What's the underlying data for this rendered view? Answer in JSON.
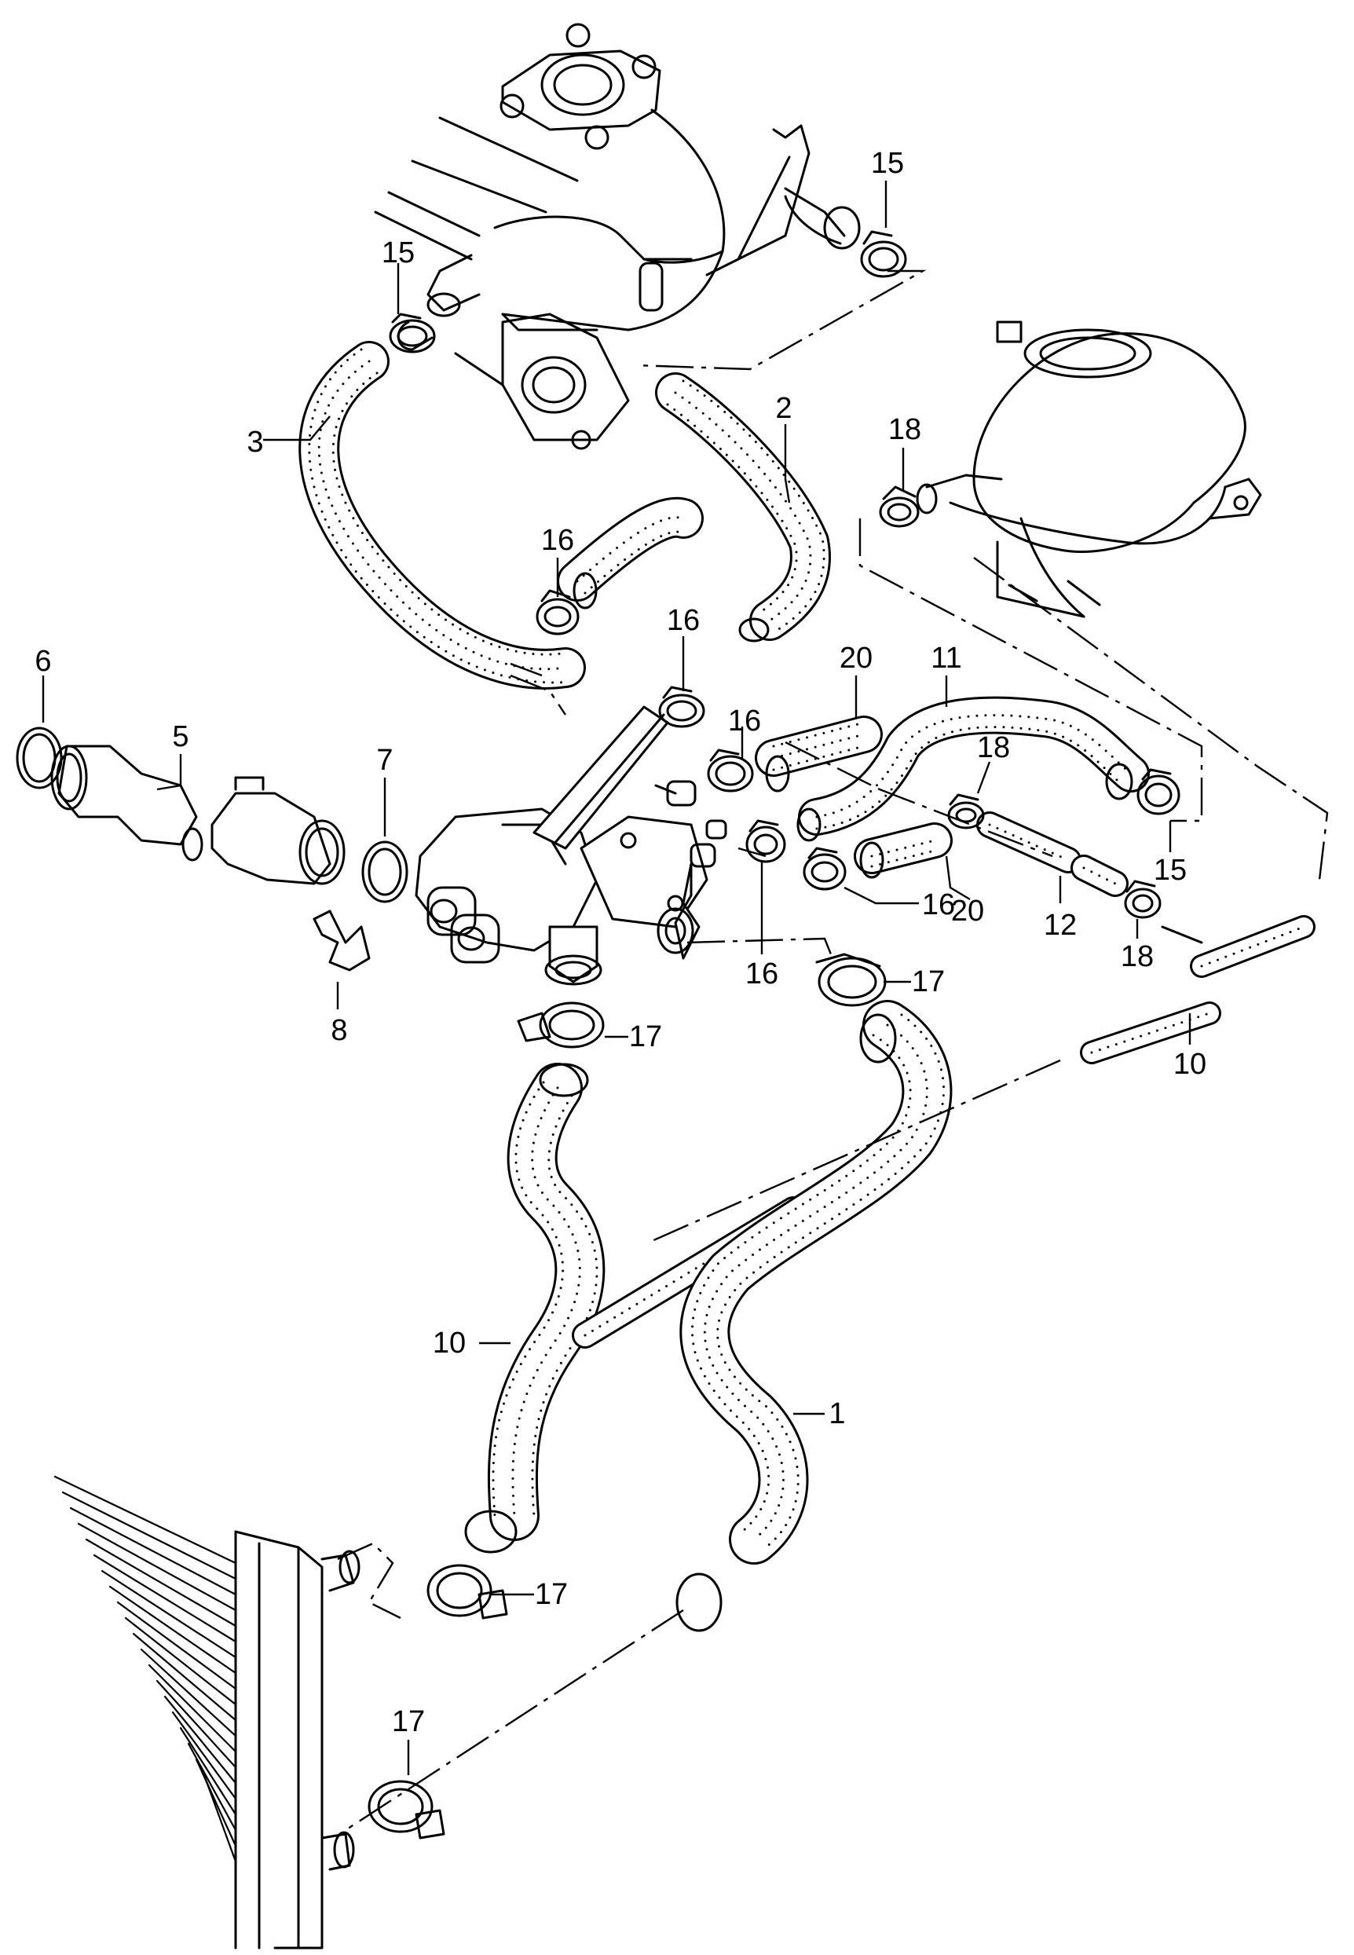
{
  "diagram": {
    "callouts": [
      {
        "name": "callout-15-top-right",
        "label": "15"
      },
      {
        "name": "callout-15-top-left",
        "label": "15"
      },
      {
        "name": "callout-3",
        "label": "3"
      },
      {
        "name": "callout-2",
        "label": "2"
      },
      {
        "name": "callout-18-top",
        "label": "18"
      },
      {
        "name": "callout-16-upper",
        "label": "16"
      },
      {
        "name": "callout-16-mid",
        "label": "16"
      },
      {
        "name": "callout-6",
        "label": "6"
      },
      {
        "name": "callout-5",
        "label": "5"
      },
      {
        "name": "callout-7",
        "label": "7"
      },
      {
        "name": "callout-20-upper",
        "label": "20"
      },
      {
        "name": "callout-11",
        "label": "11"
      },
      {
        "name": "callout-16-right",
        "label": "16"
      },
      {
        "name": "callout-18-mid",
        "label": "18"
      },
      {
        "name": "callout-15-right",
        "label": "15"
      },
      {
        "name": "callout-16-lower-right",
        "label": "16"
      },
      {
        "name": "callout-20-lower",
        "label": "20"
      },
      {
        "name": "callout-12",
        "label": "12"
      },
      {
        "name": "callout-18-lower",
        "label": "18"
      },
      {
        "name": "callout-8",
        "label": "8"
      },
      {
        "name": "callout-16-lower",
        "label": "16"
      },
      {
        "name": "callout-17-right",
        "label": "17"
      },
      {
        "name": "callout-17-center",
        "label": "17"
      },
      {
        "name": "callout-10-right",
        "label": "10"
      },
      {
        "name": "callout-10-left",
        "label": "10"
      },
      {
        "name": "callout-1",
        "label": "1"
      },
      {
        "name": "callout-17-lower",
        "label": "17"
      },
      {
        "name": "callout-17-bottom",
        "label": "17"
      }
    ]
  }
}
